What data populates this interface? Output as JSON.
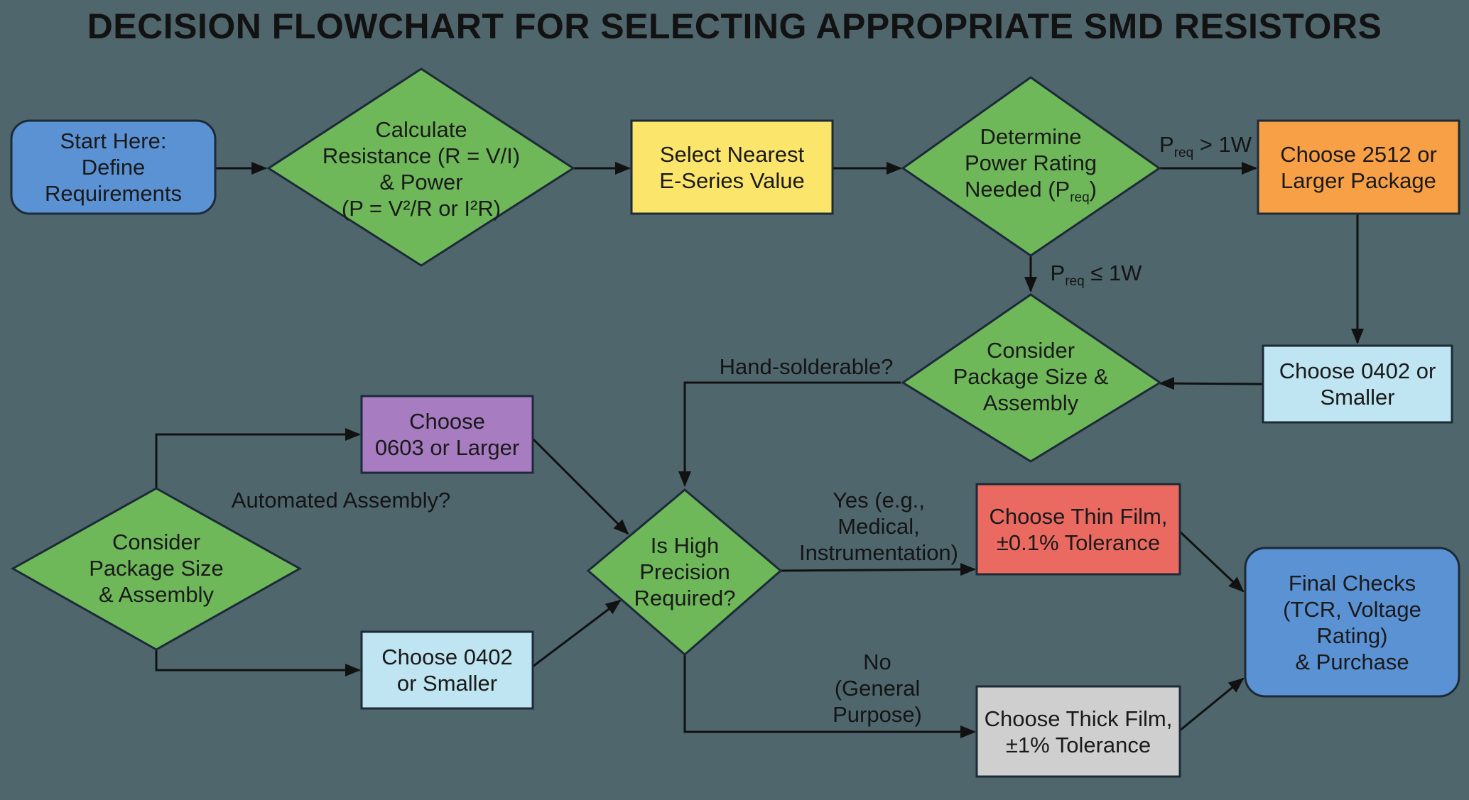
{
  "title": "DECISION FLOWCHART FOR SELECTING APPROPRIATE SMD RESISTORS",
  "colors": {
    "background": "#4f666d",
    "start": "#5b92d4",
    "decision": "#6fb85a",
    "yellow": "#fbe56a",
    "orange": "#f7a046",
    "light_blue": "#bfe4f2",
    "purple": "#a77cc0",
    "red": "#ea6a61",
    "gray": "#cfcfcf",
    "final": "#5b92d4",
    "stroke": "#1d2a38"
  },
  "nodes": {
    "start": "Start Here:\nDefine\nRequirements",
    "calc": "Calculate\nResistance (R = V/I)\n& Power\n(P = V²/R or I²R)",
    "eseries": "Select Nearest\nE-Series Value",
    "power": "Determine\nPower Rating\nNeeded (P",
    "power_sub": "req",
    "power_end": ")",
    "large": "Choose 2512 or\nLarger Package",
    "small_right": "Choose 0402 or\nSmaller",
    "consider_right": "Consider\nPackage Size &\nAssembly",
    "choose0603": "Choose\n0603 or Larger",
    "consider_left": "Consider\nPackage Size\n& Assembly",
    "choose0402_left": "Choose 0402\nor Smaller",
    "precision": "Is High\nPrecision\nRequired?",
    "thin": "Choose Thin Film,\n±0.1% Tolerance",
    "thick": "Choose Thick Film,\n±1% Tolerance",
    "final": "Final Checks\n(TCR, Voltage Rating)\n& Purchase"
  },
  "edges": {
    "p_gt_pre": "P",
    "p_gt_sub": "req",
    "p_gt_post": " > 1W",
    "p_le_pre": "P",
    "p_le_sub": "req",
    "p_le_post": " ≤ 1W",
    "hand": "Hand-solderable?",
    "automated": "Automated Assembly?",
    "yes": "Yes (e.g.,\nMedical,\nInstrumentation)",
    "no": "No\n(General\nPurpose)"
  }
}
